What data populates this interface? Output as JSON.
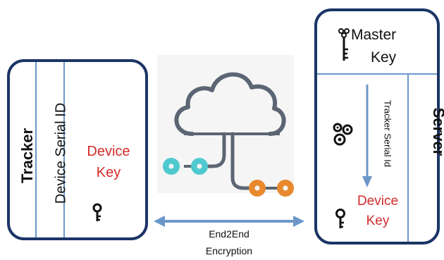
{
  "tracker": {
    "title": "Tracker",
    "serial_label": "Device Serial ID",
    "device_key_line1": "Device",
    "device_key_line2": "Key",
    "key_icon": "key-icon"
  },
  "server": {
    "title": "Server",
    "master_key_line1": "Master",
    "master_key_line2": "Key",
    "tracker_serial_label": "Tracker  Serial Id",
    "device_key_line1": "Device",
    "device_key_line2": "Key",
    "icons": [
      "master-key-icon",
      "gears-icon",
      "key-icon"
    ]
  },
  "connection": {
    "label_line1": "End2End",
    "label_line2": "Encryption",
    "icon": "cloud-network-icon"
  },
  "colors": {
    "box_border": "#1b3566",
    "divider": "#6d97c9",
    "key_text": "#d42a2a",
    "node_teal": "#4fc9cf",
    "node_orange": "#e8892e",
    "cloud_stroke": "#5b6573",
    "arrow": "#6d97c9"
  }
}
